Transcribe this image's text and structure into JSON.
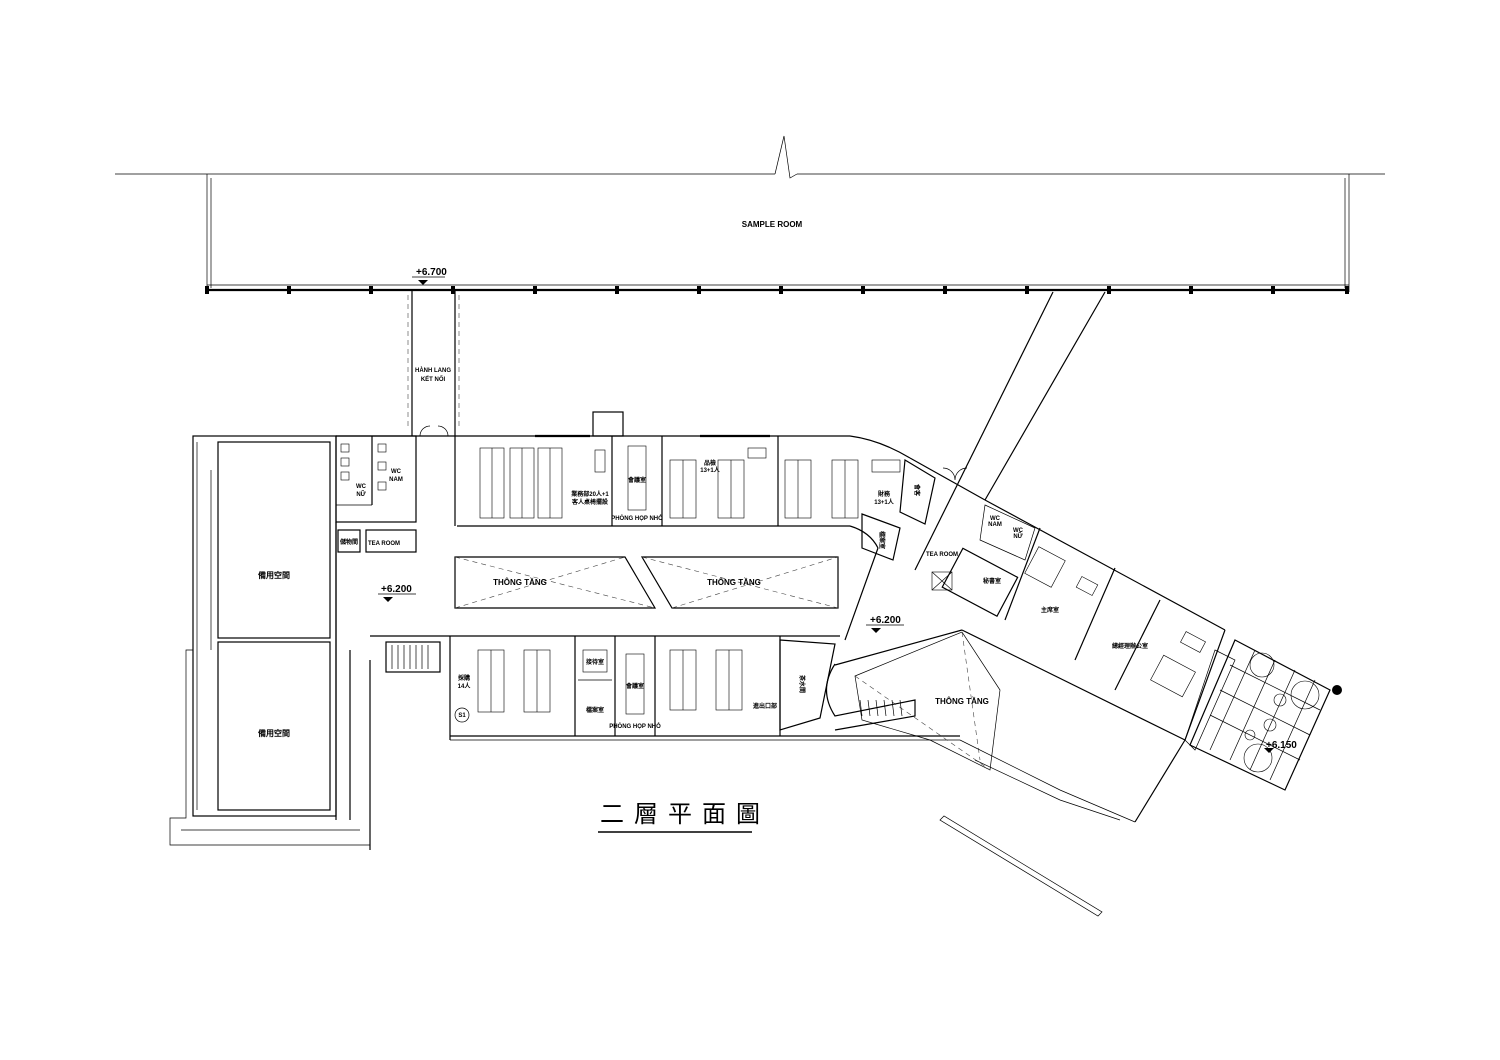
{
  "drawing_title": "二層平面圖",
  "rooms": {
    "sample_room": "SAMPLE ROOM",
    "corridor_line1": "HÀNH LANG",
    "corridor_line2": "KẾT NỐI",
    "wc_nam": "WC\nNAM",
    "wc_nu": "WC\nNỮ",
    "storage_left": "儲物間",
    "tea_room_left": "TEA ROOM",
    "void_1": "THÔNG TẦNG",
    "void_2": "THÔNG TẦNG",
    "void_3": "THÔNG TẦNG",
    "warehouse_top": "備用空間",
    "warehouse_bottom": "備用空間",
    "sales_office": "業務部20人+1",
    "sales_office_2": "客人桌椅擺設",
    "meeting_small_1": "會議室",
    "meeting_small_1_sub": "PHÒNG HỌP NHỎ",
    "qc_office": "品檢",
    "qc_office_2": "13+1人",
    "finance": "財務",
    "finance_2": "13+1人",
    "purchasing": "採購",
    "purchasing_2": "14人",
    "reception": "接待室",
    "archive": "檔案室",
    "meeting_small_2": "會議室",
    "meeting_small_2_sub": "PHÒNG HỌP NHỎ",
    "import_export": "進出口部",
    "archive_2": "檔案室",
    "pantry": "茶水間",
    "ceo_room": "主席室",
    "gm_office": "總經理辦公室",
    "tea_room_right": "TEA ROOM",
    "secretary": "秘書室",
    "wc_nam_right": "WC\nNAM",
    "wc_nu_right": "WC\nNỮ",
    "meeting_right": "會客",
    "stair_s1": "S1"
  },
  "elevations": {
    "corridor": "+6.700",
    "main_left": "+6.200",
    "main_right": "+6.200",
    "terrace": "+6.150"
  }
}
